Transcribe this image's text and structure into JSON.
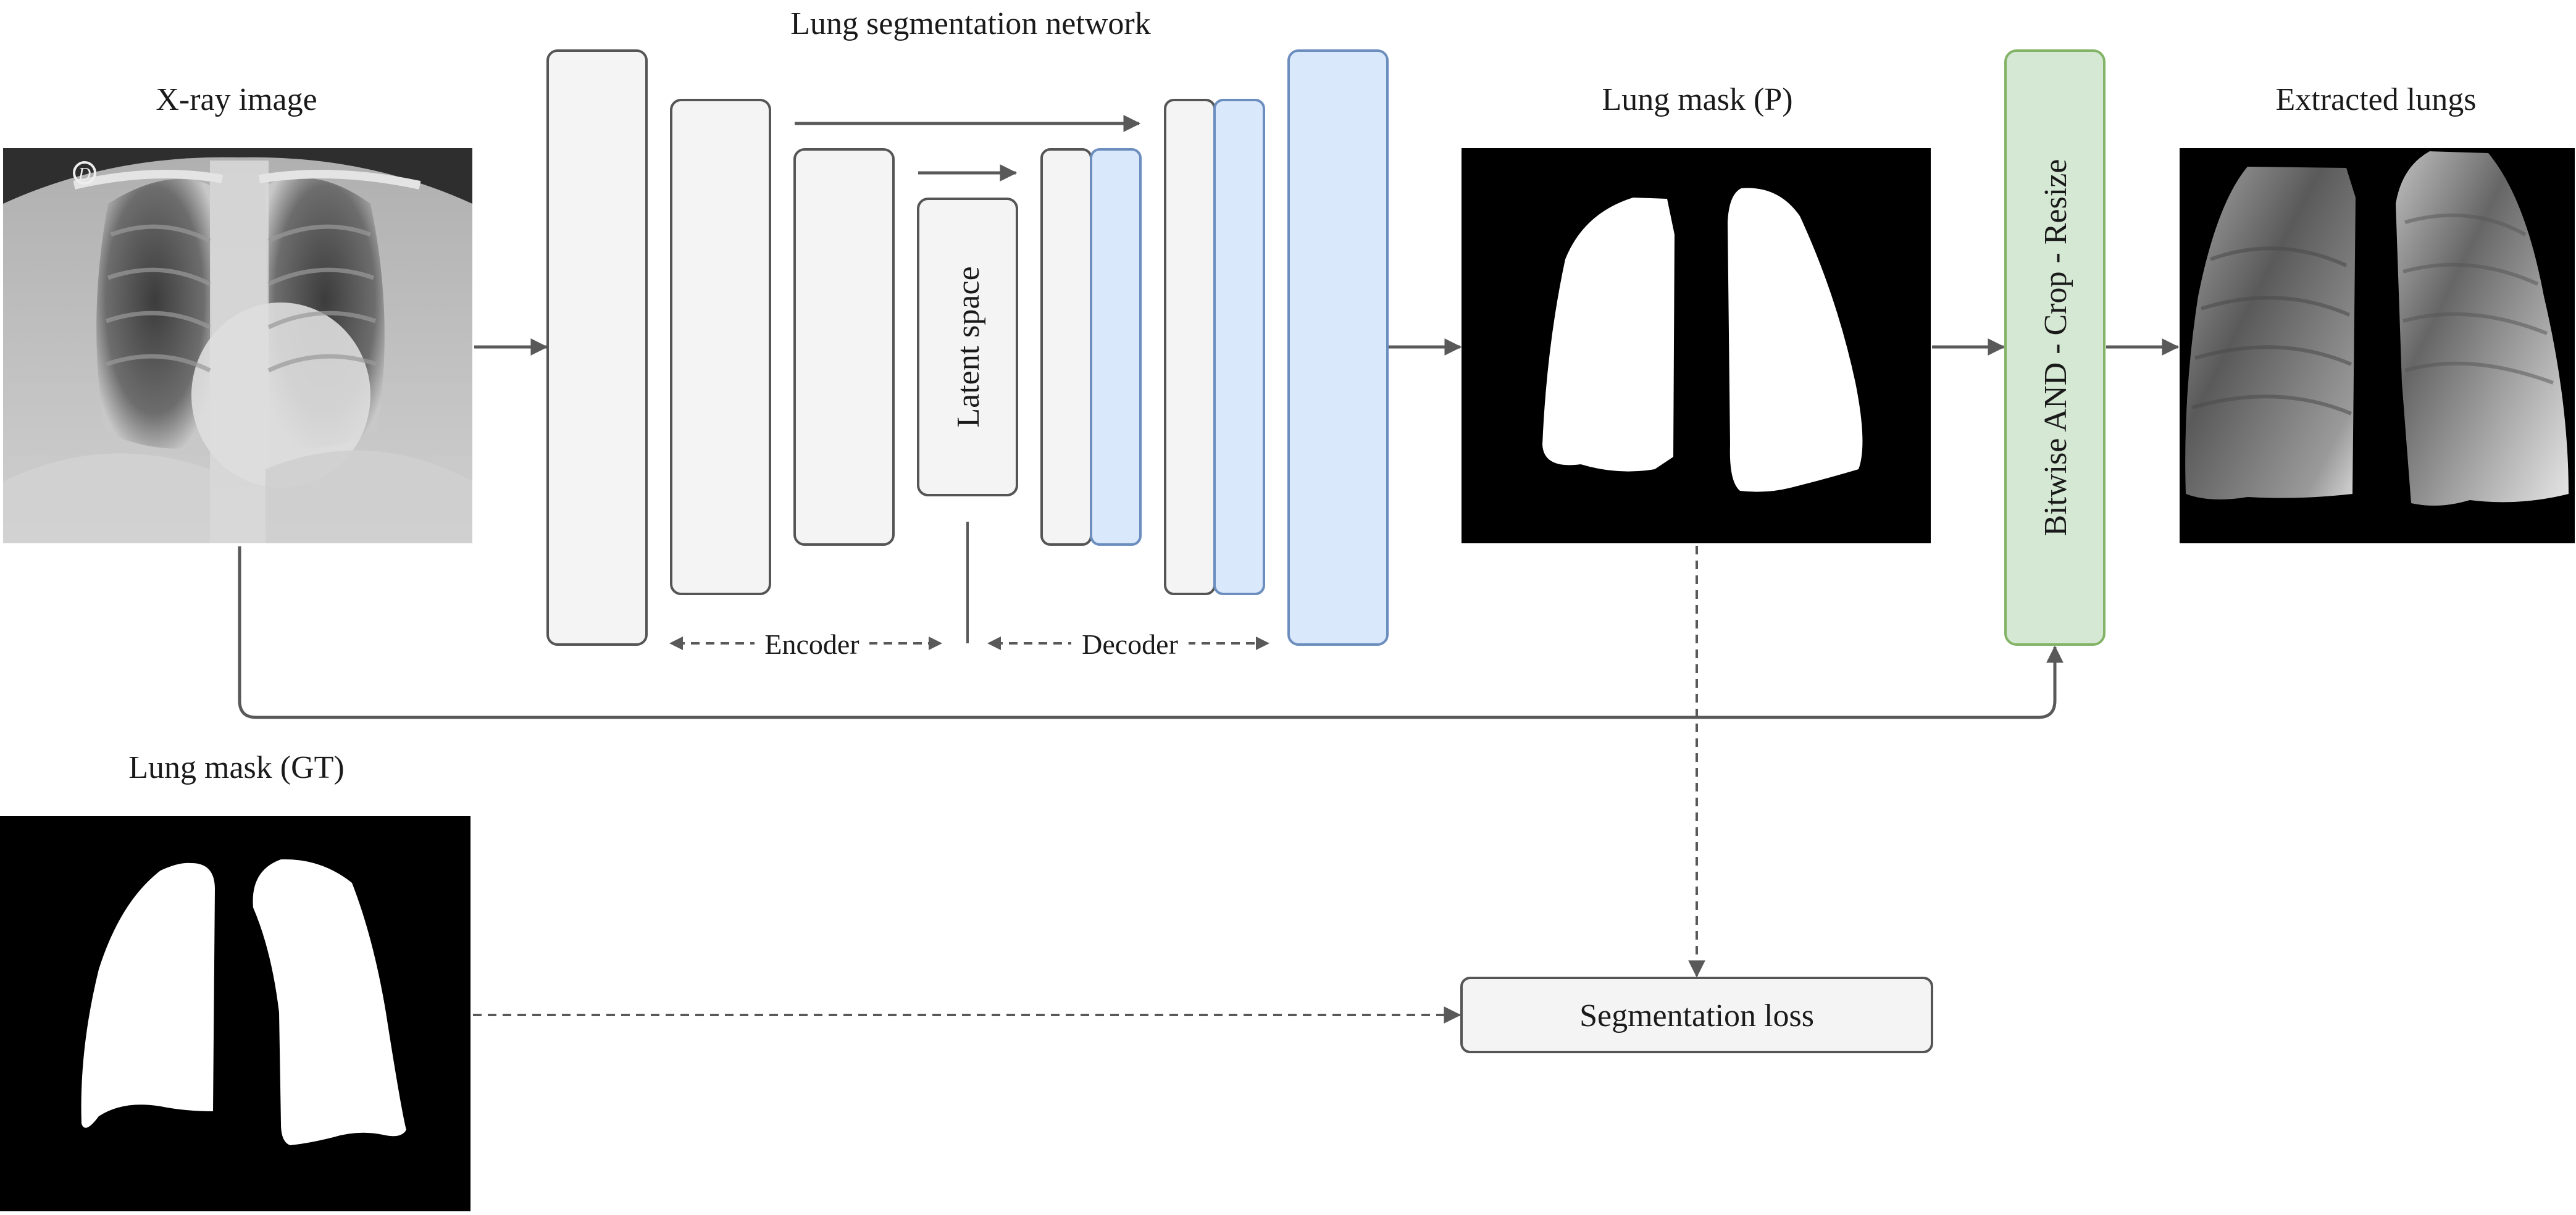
{
  "labels": {
    "network_title": "Lung segmentation network",
    "xray_title": "X-ray image",
    "mask_p_title": "Lung mask (P)",
    "extracted_title": "Extracted lungs",
    "mask_gt_title": "Lung mask (GT)",
    "latent": "Latent space",
    "encoder": "Encoder",
    "decoder": "Decoder",
    "postprocess": "Bitwise AND - Crop - Resize",
    "loss": "Segmentation loss",
    "xray_marker": "D"
  },
  "colors": {
    "block_fill": "#f4f4f4",
    "block_stroke": "#555555",
    "decoder_fill": "#dae8fc",
    "decoder_stroke": "#6c8ebf",
    "post_fill": "#d5e8d4",
    "post_stroke": "#82b366",
    "arrow": "#595959",
    "mask_bg": "#000000",
    "mask_fg": "#ffffff"
  }
}
